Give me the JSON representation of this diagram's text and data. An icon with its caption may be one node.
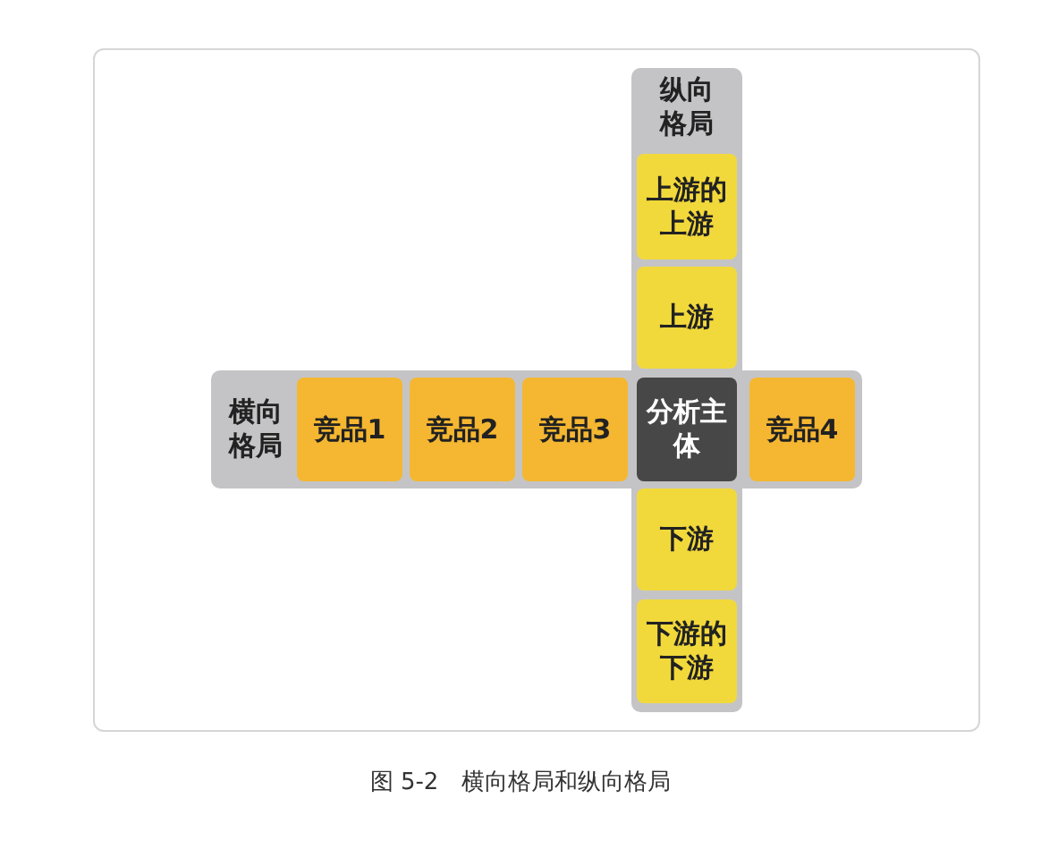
{
  "diagram": {
    "caption": "图 5-2　横向格局和纵向格局",
    "nodes": [
      {
        "text": [
          "横向格局"
        ]
      },
      {
        "text": [
          "纵向格局"
        ]
      },
      {
        "text": [
          "上游的上游"
        ],
        "in": 1
      },
      {
        "text": [
          "上游"
        ],
        "in": 1
      },
      {
        "text": [
          "竞品1"
        ],
        "in": 0
      },
      {
        "text": [
          "竞品2"
        ],
        "in": 0
      },
      {
        "text": [
          "竞品3"
        ],
        "in": 0
      },
      {
        "text": [
          "分析主体"
        ]
      },
      {
        "text": [
          "竞品4"
        ],
        "in": 0
      },
      {
        "text": [
          "下游"
        ],
        "in": 1
      },
      {
        "text": [
          "下游的下游"
        ],
        "in": 1
      }
    ],
    "edges": []
  }
}
